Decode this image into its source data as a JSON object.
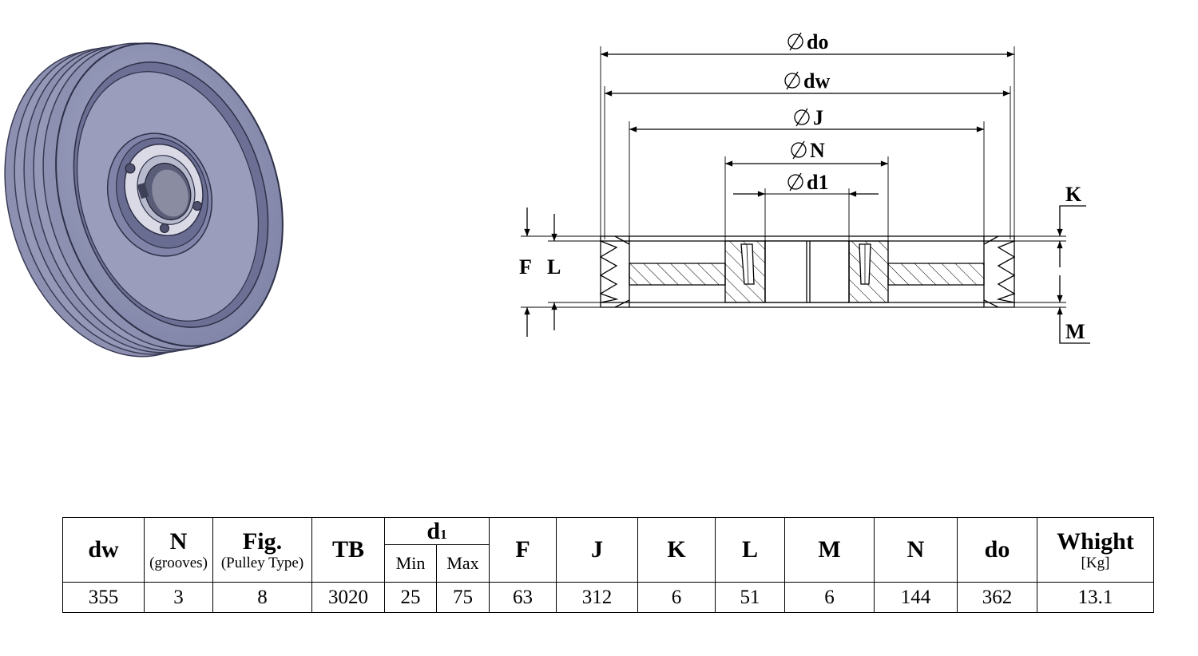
{
  "drawing": {
    "labels": {
      "do": "do",
      "dw": "dw",
      "J": "J",
      "N": "N",
      "d1": "d1",
      "K": "K",
      "M": "M",
      "F": "F",
      "L": "L"
    }
  },
  "table": {
    "headers": {
      "dw": "dw",
      "N": "N",
      "N_sub": "(grooves)",
      "fig": "Fig.",
      "fig_sub": "(Pulley Type)",
      "tb": "TB",
      "d1": "d",
      "d1_sub": "1",
      "min": "Min",
      "max": "Max",
      "F": "F",
      "J": "J",
      "K": "K",
      "L": "L",
      "M": "M",
      "N2": "N",
      "do": "do",
      "weight": "Whight",
      "weight_unit": "[Kg]"
    },
    "row": {
      "dw": "355",
      "N": "3",
      "fig": "8",
      "tb": "3020",
      "min": "25",
      "max": "75",
      "F": "63",
      "J": "312",
      "K": "6",
      "L": "51",
      "M": "6",
      "N2": "144",
      "do": "362",
      "weight": "13.1"
    }
  }
}
